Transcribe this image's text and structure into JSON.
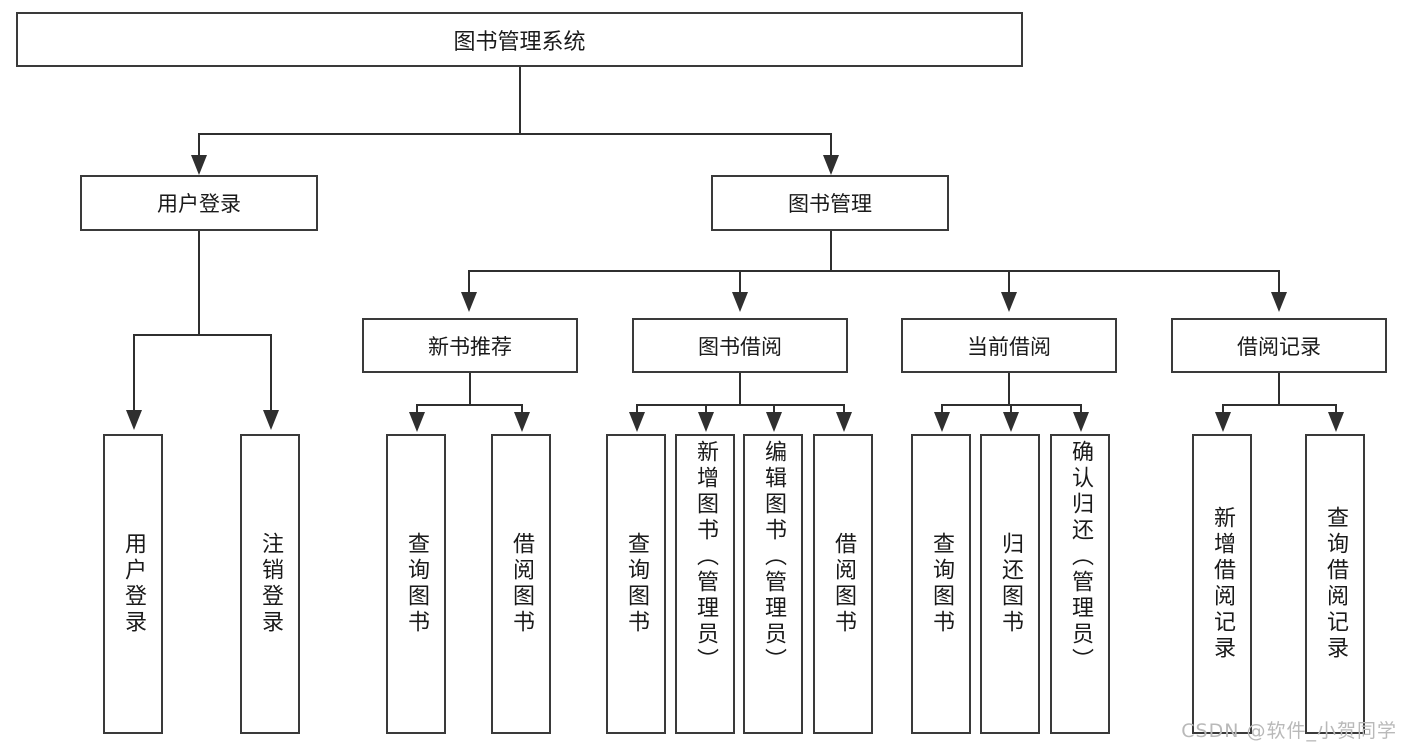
{
  "diagram": {
    "title": "图书管理系统",
    "watermark": "CSDN @软件_小贺同学",
    "root": {
      "label": "图书管理系统"
    },
    "level2": [
      {
        "label": "用户登录"
      },
      {
        "label": "图书管理"
      }
    ],
    "level3": [
      {
        "label": "新书推荐"
      },
      {
        "label": "图书借阅"
      },
      {
        "label": "当前借阅"
      },
      {
        "label": "借阅记录"
      }
    ],
    "leaves": {
      "user_login": [
        {
          "label": "用户登录"
        },
        {
          "label": "注销登录"
        }
      ],
      "new_book": [
        {
          "label": "查询图书"
        },
        {
          "label": "借阅图书"
        }
      ],
      "borrow": [
        {
          "label": "查询图书"
        },
        {
          "label": "新增图书（管理员）"
        },
        {
          "label": "编辑图书（管理员）"
        },
        {
          "label": "借阅图书"
        }
      ],
      "current": [
        {
          "label": "查询图书"
        },
        {
          "label": "归还图书"
        },
        {
          "label": "确认归还（管理员）"
        }
      ],
      "records": [
        {
          "label": "新增借阅记录"
        },
        {
          "label": "查询借阅记录"
        }
      ]
    },
    "colors": {
      "stroke": "#3a3a3a",
      "connector": "#2f2f2f",
      "background": "#ffffff",
      "text": "#1a1a1a",
      "watermark": "#b9b9b9"
    }
  }
}
